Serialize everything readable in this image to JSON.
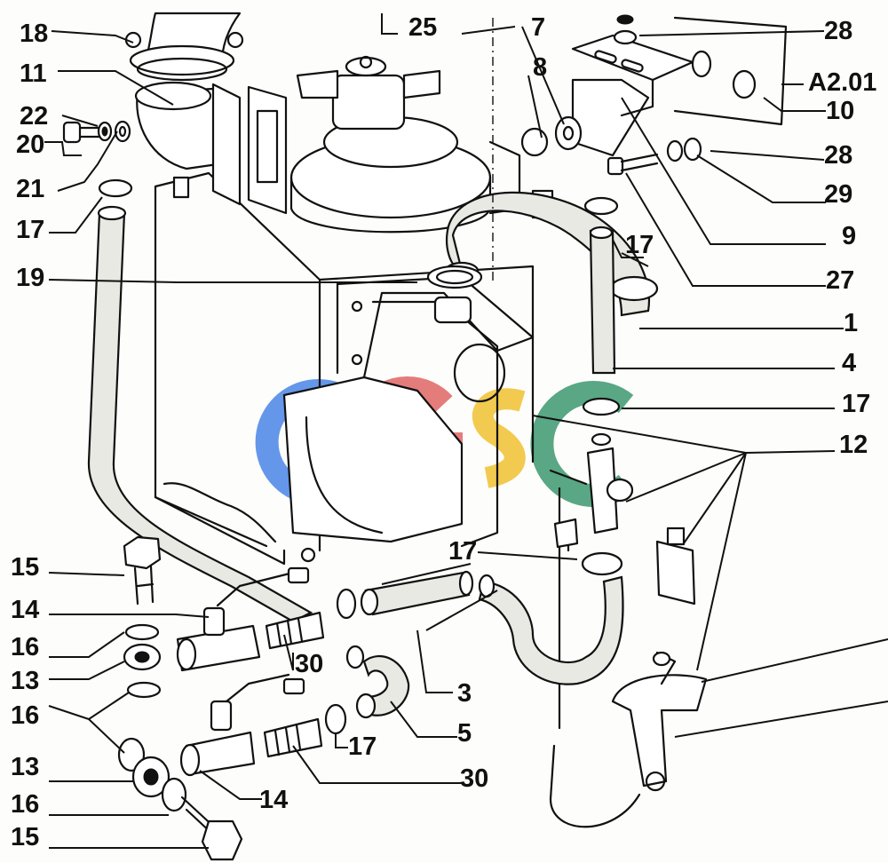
{
  "diagram": {
    "callouts": [
      {
        "id": "c18",
        "text": "18"
      },
      {
        "id": "c11",
        "text": "11"
      },
      {
        "id": "c22",
        "text": "22"
      },
      {
        "id": "c20",
        "text": "20"
      },
      {
        "id": "c21",
        "text": "21"
      },
      {
        "id": "c17a",
        "text": "17"
      },
      {
        "id": "c19",
        "text": "19"
      },
      {
        "id": "c25",
        "text": "25"
      },
      {
        "id": "c7",
        "text": "7"
      },
      {
        "id": "c8",
        "text": "8"
      },
      {
        "id": "c28a",
        "text": "28"
      },
      {
        "id": "cA201",
        "text": "A2.01"
      },
      {
        "id": "c10",
        "text": "10"
      },
      {
        "id": "c28b",
        "text": "28"
      },
      {
        "id": "c29",
        "text": "29"
      },
      {
        "id": "c9",
        "text": "9"
      },
      {
        "id": "c27",
        "text": "27"
      },
      {
        "id": "c17b",
        "text": "17"
      },
      {
        "id": "c1",
        "text": "1"
      },
      {
        "id": "c4",
        "text": "4"
      },
      {
        "id": "c17c",
        "text": "17"
      },
      {
        "id": "c12",
        "text": "12"
      },
      {
        "id": "c15a",
        "text": "15"
      },
      {
        "id": "c14a",
        "text": "14"
      },
      {
        "id": "c16a",
        "text": "16"
      },
      {
        "id": "c13a",
        "text": "13"
      },
      {
        "id": "c16b",
        "text": "16"
      },
      {
        "id": "c17d",
        "text": "17"
      },
      {
        "id": "c30a",
        "text": "30"
      },
      {
        "id": "c3",
        "text": "3"
      },
      {
        "id": "c5",
        "text": "5"
      },
      {
        "id": "c17e",
        "text": "17"
      },
      {
        "id": "c13b",
        "text": "13"
      },
      {
        "id": "c14b",
        "text": "14"
      },
      {
        "id": "c30b",
        "text": "30"
      },
      {
        "id": "c16c",
        "text": "16"
      },
      {
        "id": "c15b",
        "text": "15"
      }
    ],
    "watermark": {
      "text": "CGSC",
      "letters": [
        {
          "char": "C",
          "color": "#4a86e8"
        },
        {
          "char": "G",
          "color": "#e06666"
        },
        {
          "char": "S",
          "color": "#f1c232"
        },
        {
          "char": "C",
          "color": "#3d9970"
        }
      ]
    }
  }
}
